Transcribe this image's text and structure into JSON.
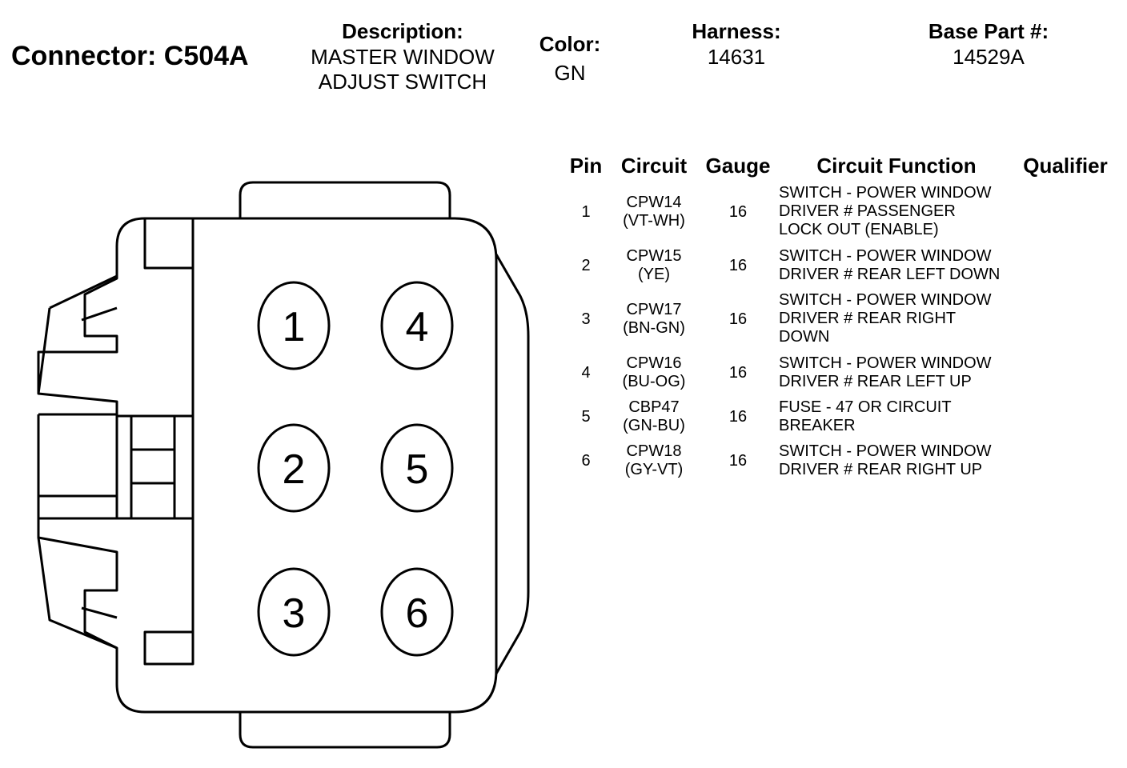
{
  "header": {
    "connector": "Connector: C504A",
    "description_label": "Description:",
    "description_lines": [
      "MASTER WINDOW",
      "ADJUST SWITCH"
    ],
    "color_label": "Color:",
    "color_value": "GN",
    "harness_label": "Harness:",
    "harness_value": "14631",
    "base_part_label": "Base Part #:",
    "base_part_value": "14529A"
  },
  "table": {
    "columns": [
      "Pin",
      "Circuit",
      "Gauge",
      "Circuit Function",
      "Qualifier"
    ],
    "rows": [
      {
        "pin": "1",
        "circuit": [
          "CPW14",
          "(VT-WH)"
        ],
        "gauge": "16",
        "function": [
          "SWITCH - POWER WINDOW",
          "DRIVER # PASSENGER",
          "LOCK OUT (ENABLE)"
        ],
        "qualifier": ""
      },
      {
        "pin": "2",
        "circuit": [
          "CPW15",
          "(YE)"
        ],
        "gauge": "16",
        "function": [
          "SWITCH - POWER WINDOW",
          "DRIVER # REAR LEFT DOWN"
        ],
        "qualifier": ""
      },
      {
        "pin": "3",
        "circuit": [
          "CPW17",
          "(BN-GN)"
        ],
        "gauge": "16",
        "function": [
          "SWITCH - POWER WINDOW",
          "DRIVER # REAR RIGHT",
          "DOWN"
        ],
        "qualifier": ""
      },
      {
        "pin": "4",
        "circuit": [
          "CPW16",
          "(BU-OG)"
        ],
        "gauge": "16",
        "function": [
          "SWITCH - POWER WINDOW",
          "DRIVER # REAR LEFT UP"
        ],
        "qualifier": ""
      },
      {
        "pin": "5",
        "circuit": [
          "CBP47",
          "(GN-BU)"
        ],
        "gauge": "16",
        "function": [
          "FUSE - 47 OR CIRCUIT",
          "BREAKER"
        ],
        "qualifier": ""
      },
      {
        "pin": "6",
        "circuit": [
          "CPW18",
          "(GY-VT)"
        ],
        "gauge": "16",
        "function": [
          "SWITCH - POWER WINDOW",
          "DRIVER # REAR RIGHT UP"
        ],
        "qualifier": ""
      }
    ]
  },
  "diagram": {
    "pin_labels": [
      "1",
      "4",
      "2",
      "5",
      "3",
      "6"
    ],
    "stroke_color": "#000000"
  }
}
